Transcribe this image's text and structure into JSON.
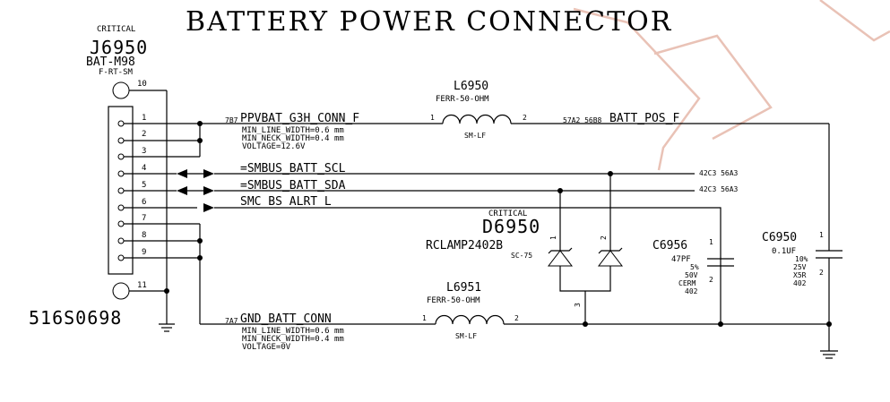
{
  "title": "BATTERY POWER CONNECTOR",
  "connector": {
    "critical": "CRITICAL",
    "refdes": "J6950",
    "part": "BAT-M98",
    "pkg": "F-RT-SM",
    "pins": [
      "1",
      "2",
      "3",
      "4",
      "5",
      "6",
      "7",
      "8",
      "9"
    ],
    "pin_top": "10",
    "pin_bottom": "11",
    "partnum": "516S0698"
  },
  "nets": {
    "ppvbat": {
      "ref": "7B7",
      "name": "PPVBAT_G3H_CONN_F",
      "c1": "MIN_LINE_WIDTH=0.6 mm",
      "c2": "MIN_NECK_WIDTH=0.4 mm",
      "c3": "VOLTAGE=12.6V"
    },
    "scl": {
      "name": "=SMBUS_BATT_SCL",
      "ref": "42C3 56A3"
    },
    "sda": {
      "name": "=SMBUS_BATT_SDA",
      "ref": "42C3 56A3"
    },
    "alrt": {
      "name": "SMC_BS_ALRT_L"
    },
    "gnd": {
      "ref": "7A7",
      "name": "GND_BATT_CONN",
      "c1": "MIN_LINE_WIDTH=0.6 mm",
      "c2": "MIN_NECK_WIDTH=0.4 mm",
      "c3": "VOLTAGE=0V"
    },
    "battpos": {
      "ref": "57A2 56B8",
      "name": "BATT_POS_F"
    }
  },
  "l6950": {
    "refdes": "L6950",
    "value": "FERR-50-OHM",
    "pkg": "SM-LF",
    "p1": "1",
    "p2": "2"
  },
  "l6951": {
    "refdes": "L6951",
    "value": "FERR-50-OHM",
    "pkg": "SM-LF",
    "p1": "1",
    "p2": "2"
  },
  "d6950": {
    "critical": "CRITICAL",
    "refdes": "D6950",
    "part": "RCLAMP2402B",
    "pkg": "SC-75",
    "p1": "1",
    "p2": "2",
    "p3": "3"
  },
  "c6956": {
    "refdes": "C6956",
    "value": "47PF",
    "tol": "5%",
    "volt": "50V",
    "diel": "CERM",
    "size": "402",
    "p1": "1",
    "p2": "2"
  },
  "c6950": {
    "refdes": "C6950",
    "value": "0.1UF",
    "tol": "10%",
    "volt": "25V",
    "diel": "X5R",
    "size": "402",
    "p1": "1",
    "p2": "2"
  }
}
